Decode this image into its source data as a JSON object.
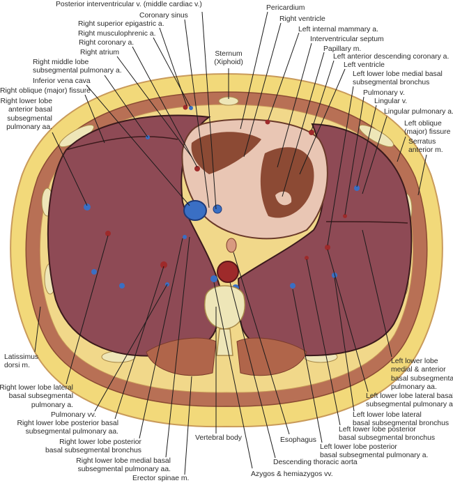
{
  "labels": {
    "posterior_interventricular_v": "Posterior interventricular v. (middle cardiac v.)",
    "coronary_sinus": "Coronary sinus",
    "right_superior_epigastric_a": "Right superior epigastric a.",
    "right_musculophrenic_a": "Right musculophrenic a.",
    "right_coronary_a": "Right coronary a.",
    "right_atrium": "Right atrium",
    "right_middle_lobe_subsegmental_pa": [
      "Right middle lobe",
      "subsegmental pulmonary a."
    ],
    "inferior_vena_cava": "Inferior vena cava",
    "right_oblique_fissure": "Right oblique (major) fissure",
    "right_lower_lobe_anterior_basal": [
      "Right lower lobe",
      "anterior basal",
      "subsegmental",
      "pulmonary aa."
    ],
    "sternum": [
      "Sternum",
      "(Xiphoid)"
    ],
    "pericardium": "Pericardium",
    "right_ventricle": "Right ventricle",
    "left_internal_mammary_a": "Left internal mammary a.",
    "interventricular_septum": "Interventricular septum",
    "papillary_m": "Papillary m.",
    "left_anterior_descending_coronary_a": "Left anterior descending coronary a.",
    "left_ventricle": "Left ventricle",
    "left_lower_lobe_medial_basal_bronchus": [
      "Left lower lobe medial basal",
      "subsegmental bronchus"
    ],
    "pulmonary_v": "Pulmonary v.",
    "lingular_v": "Lingular v.",
    "lingular_pulmonary_a": "Lingular pulmonary a.",
    "left_oblique_fissure": [
      "Left oblique",
      "(major) fissure"
    ],
    "serratus_anterior_m": [
      "Serratus",
      "anterior m."
    ],
    "latissimus_dorsi_m": [
      "Latissimus",
      "dorsi m."
    ],
    "right_lower_lobe_lateral_basal_a": [
      "Right lower lobe lateral",
      "basal subsegmental",
      "pulmonary a."
    ],
    "pulmonary_vv": "Pulmonary vv.",
    "right_lower_lobe_posterior_basal_aa": [
      "Right lower lobe posterior basal",
      "subsegmental pulmonary aa."
    ],
    "right_lower_lobe_posterior_basal_bronchus": [
      "Right lower lobe posterior",
      "basal subsegmental bronchus"
    ],
    "right_lower_lobe_medial_basal_aa": [
      "Right lower lobe medial basal",
      "subsegmental pulmonary aa."
    ],
    "erector_spinae_m": "Erector spinae m.",
    "vertebral_body": "Vertebral body",
    "esophagus": "Esophagus",
    "descending_thoracic_aorta": "Descending thoracic aorta",
    "azygos_hemiazygos_vv": "Azygos & hemiazygos vv.",
    "left_lower_lobe_medial_anterior_basal_aa": [
      "Left lower lobe",
      "medial & anterior",
      "basal subsegmental",
      "pulmonary aa."
    ],
    "left_lower_lobe_lateral_basal_a": [
      "Left lower lobe lateral basal",
      "subsegmental pulmonary a."
    ],
    "left_lower_lobe_lateral_basal_bronchus": [
      "Left lower lobe lateral",
      "basal subsegmental bronchus"
    ],
    "left_lower_lobe_posterior_basal_bronchus": [
      "Left lower lobe posterior",
      "basal subsegmental bronchus"
    ],
    "left_lower_lobe_posterior_basal_a": [
      "Left lower lobe posterior",
      "basal subsegmental pulmonary a."
    ]
  },
  "colors": {
    "fat": "#f2d97a",
    "skin": "#e8c48c",
    "muscle": "#b0654a",
    "lung": "#8e4a55",
    "heart_wall": "#e9c6b4",
    "myocardium": "#8c4a34",
    "bone": "#eee6b8",
    "artery": "#9e2a2a",
    "vein": "#3a6fc4"
  }
}
